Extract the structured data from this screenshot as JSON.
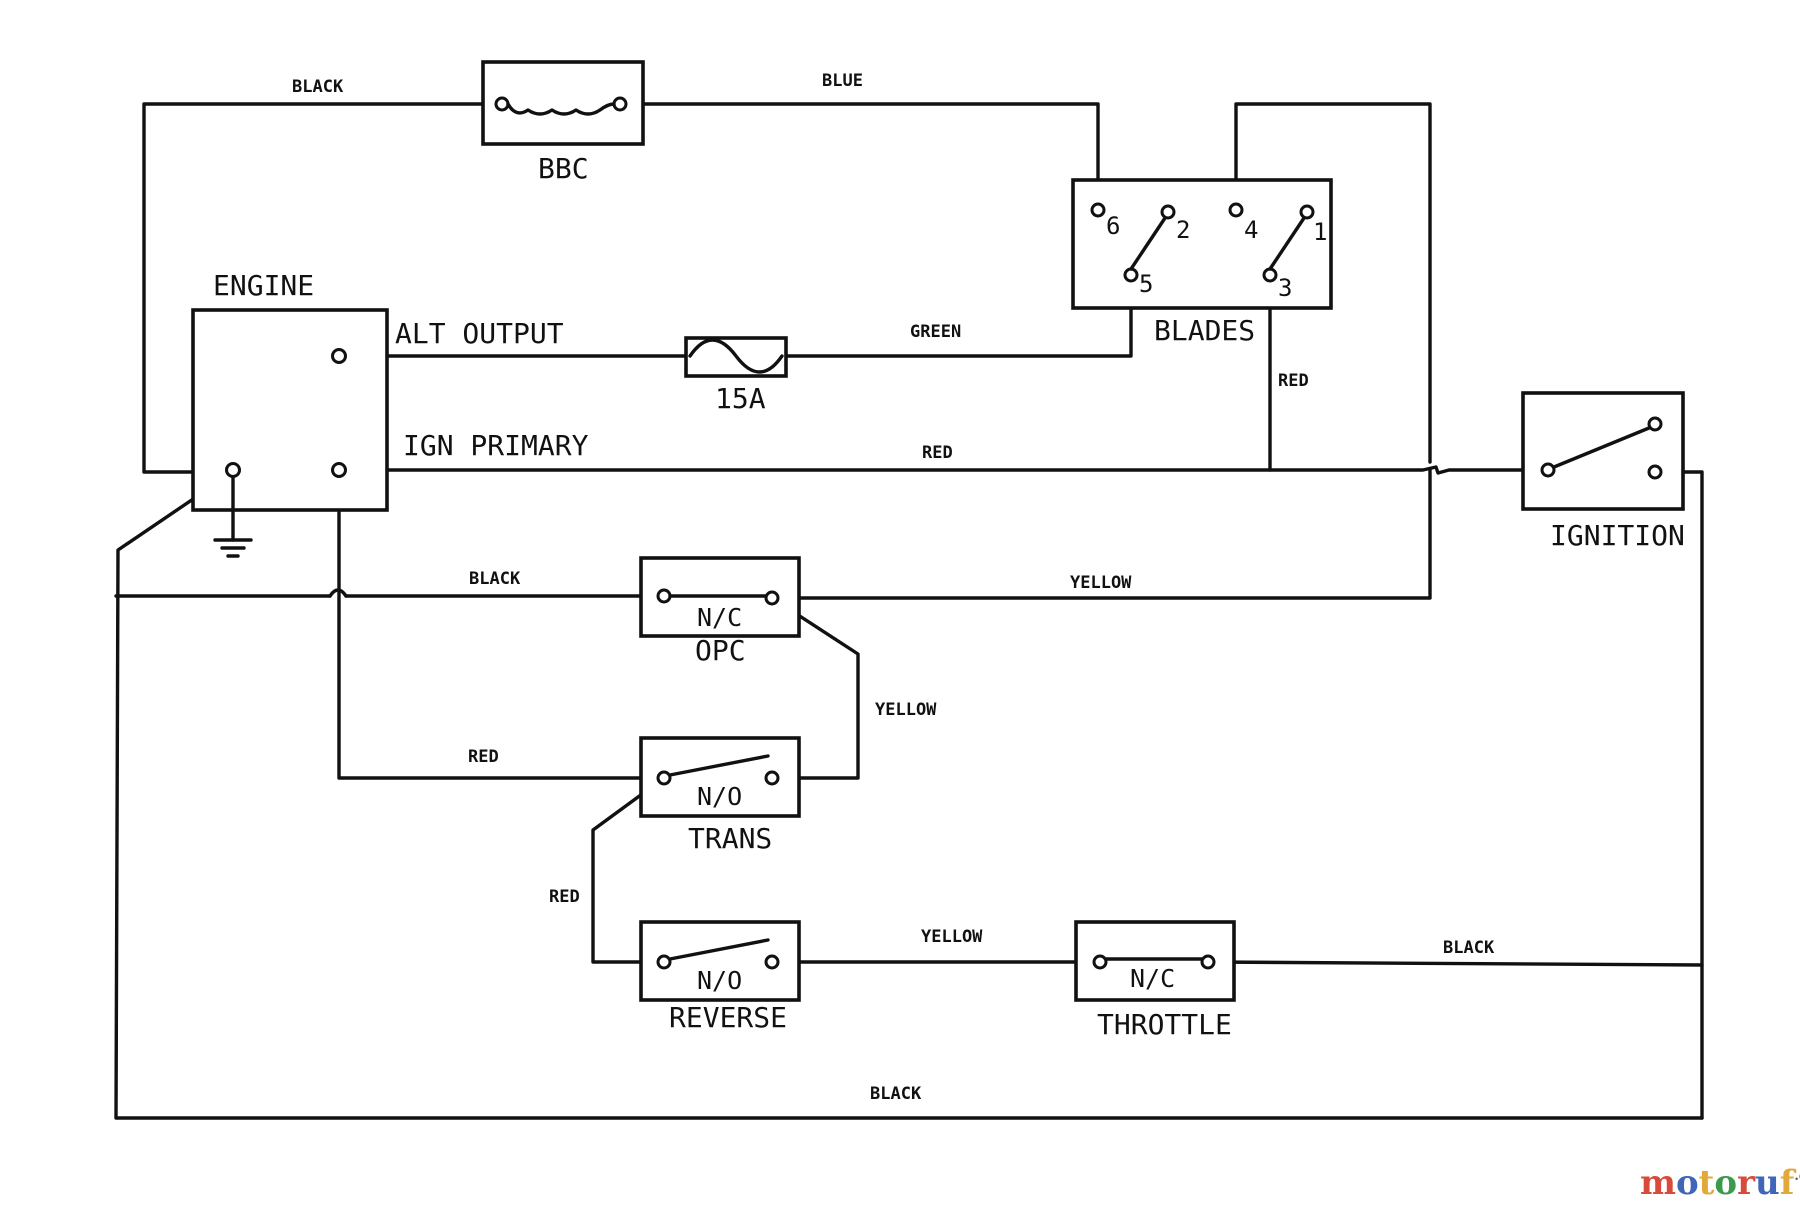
{
  "components": {
    "engine": {
      "title": "ENGINE",
      "alt_output": "ALT OUTPUT",
      "ign_primary": "IGN PRIMARY"
    },
    "bbc": {
      "label": "BBC"
    },
    "fuse": {
      "label": "15A"
    },
    "blades": {
      "label": "BLADES",
      "terminals": [
        "6",
        "2",
        "4",
        "1",
        "5",
        "3"
      ]
    },
    "ignition": {
      "label": "IGNITION"
    },
    "opc": {
      "label": "OPC",
      "state": "N/C"
    },
    "trans": {
      "label": "TRANS",
      "state": "N/O"
    },
    "reverse": {
      "label": "REVERSE",
      "state": "N/O"
    },
    "throttle": {
      "label": "THROTTLE",
      "state": "N/C"
    }
  },
  "wires": {
    "top_left": "BLACK",
    "top_right": "BLUE",
    "green": "GREEN",
    "blades_red": "RED",
    "ign_red": "RED",
    "opc_black": "BLACK",
    "opc_yellow": "YELLOW",
    "opc_trans_yellow": "YELLOW",
    "trans_red": "RED",
    "reverse_red": "RED",
    "reverse_yellow": "YELLOW",
    "throttle_black": "BLACK",
    "bottom_black": "BLACK"
  },
  "watermark": {
    "colors": [
      "#d84a3a",
      "#3f66b8",
      "#e2a83a",
      "#3b9b4c",
      "#d84a3a",
      "#3f66b8",
      "#e2a83a"
    ],
    "letters": [
      "m",
      "o",
      "t",
      "o",
      "r",
      "u",
      "f"
    ],
    "suffix": ".de"
  }
}
